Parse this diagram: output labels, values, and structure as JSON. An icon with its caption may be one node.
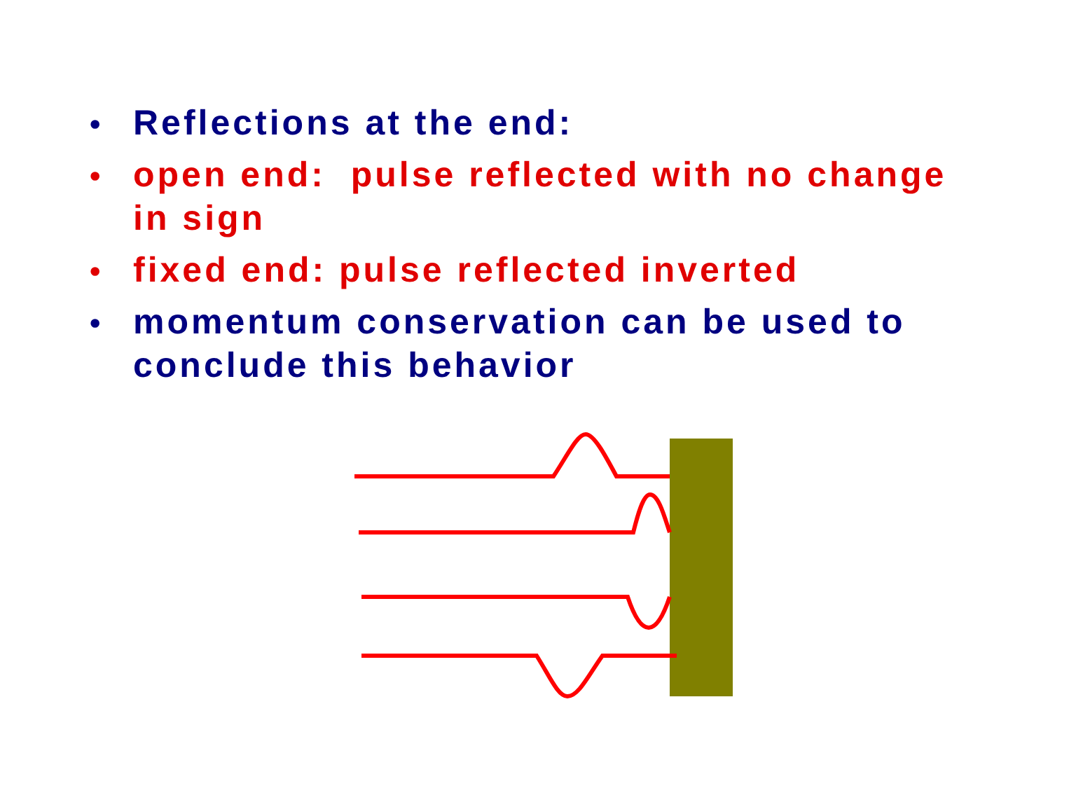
{
  "diagram": {
    "labels": [
      "•",
      "Reflections at the end:",
      "•",
      "open end:  pulse reflected with no change in sign",
      "•",
      "fixed end: pulse reflected inverted",
      "•",
      "momentum conservation can be used to conclude this behavior"
    ]
  }
}
